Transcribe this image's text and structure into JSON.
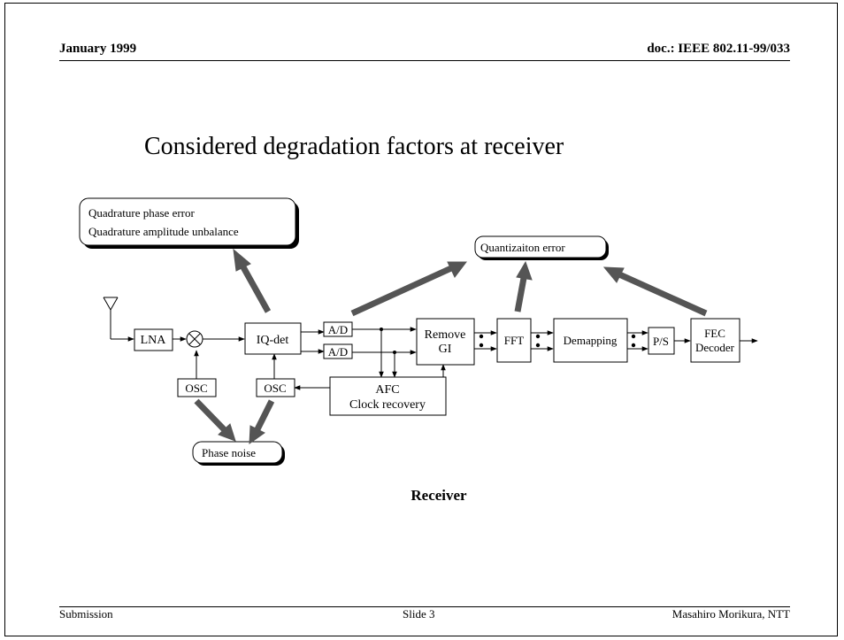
{
  "header": {
    "date": "January 1999",
    "doc": "doc.: IEEE 802.11-99/033"
  },
  "title": "Considered degradation factors at receiver",
  "callouts": {
    "quadrature_line1": "Quadrature phase error",
    "quadrature_line2": "Quadrature amplitude unbalance",
    "quantization": "Quantizaiton error",
    "phase_noise": "Phase noise"
  },
  "blocks": {
    "lna": "LNA",
    "iqdet": "IQ-det",
    "ad1": "A/D",
    "ad2": "A/D",
    "remove_gi_1": "Remove",
    "remove_gi_2": "GI",
    "fft": "FFT",
    "demapping": "Demapping",
    "ps": "P/S",
    "fec_1": "FEC",
    "fec_2": "Decoder",
    "osc1": "OSC",
    "osc2": "OSC",
    "afc_1": "AFC",
    "afc_2": "Clock recovery"
  },
  "caption": "Receiver",
  "footer": {
    "left": "Submission",
    "center": "Slide 3",
    "right": "Masahiro Morikura, NTT"
  },
  "colors": {
    "arrow_gray": "#555555"
  }
}
